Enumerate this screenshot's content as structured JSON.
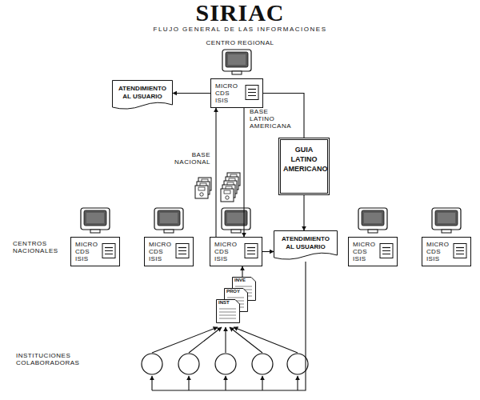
{
  "diagram": {
    "title": "SIRIAC",
    "nodes": [
      {
        "text": [
          "MICRO CDS ISIS"
        ]
      },
      {
        "text": [
          "ATENDIMIENTO AL USUARIO"
        ]
      },
      {
        "text": [
          "GUIA LATINO AMERICANO"
        ]
      },
      {
        "text": [
          "MICRO CDS ISIS"
        ]
      },
      {
        "text": [
          "MICRO CDS ISIS"
        ]
      },
      {
        "text": [
          "MICRO CDS ISIS"
        ]
      },
      {
        "text": [
          "ATENDIMIENTO AL USUARIO"
        ]
      },
      {
        "text": [
          "MICRO CDS ISIS"
        ]
      },
      {
        "text": [
          "MICRO CDS ISIS"
        ]
      },
      {
        "text": [
          "INVE"
        ]
      },
      {
        "text": [
          "PROY"
        ]
      },
      {
        "text": [
          "INST"
        ]
      }
    ],
    "edges": [
      {
        "from": 0,
        "to": 1,
        "arrow": "to"
      },
      {
        "from": 0,
        "to": 2,
        "arrow": "none"
      },
      {
        "from": 2,
        "to": 6,
        "arrow": "to"
      },
      {
        "from": 5,
        "to": 0,
        "arrow": "to"
      },
      {
        "from": 0,
        "to": 5,
        "arrow": "to"
      },
      {
        "from": 5,
        "to": 6,
        "arrow": "to"
      },
      {
        "from": 9,
        "to": 5,
        "arrow": "to"
      }
    ],
    "labels": [
      "FLUJO GENERAL DE LAS INFORMACIONES",
      "CENTRO REGIONAL",
      "BASE LATINO AMERICANA",
      "BASE NACIONAL",
      "CENTROS NACIONALES",
      "INSTITUCIONES COLABORADORAS"
    ]
  }
}
